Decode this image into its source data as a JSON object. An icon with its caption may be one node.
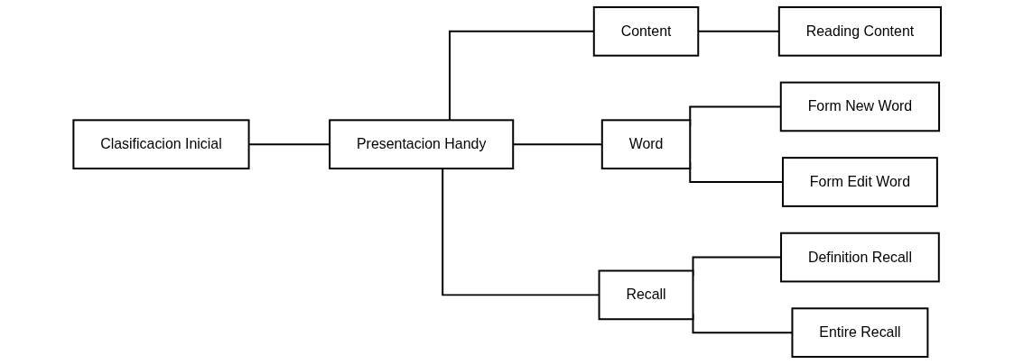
{
  "diagram": {
    "nodes": [
      {
        "text": [
          "Clasificacion Inicial"
        ]
      },
      {
        "text": [
          "Presentacion Handy"
        ]
      },
      {
        "text": [
          "Content"
        ]
      },
      {
        "text": [
          "Word"
        ]
      },
      {
        "text": [
          "Recall"
        ]
      },
      {
        "text": [
          "Reading Content"
        ]
      },
      {
        "text": [
          "Form New Word"
        ]
      },
      {
        "text": [
          "Form Edit Word"
        ]
      },
      {
        "text": [
          "Definition Recall"
        ]
      },
      {
        "text": [
          "Entire Recall"
        ]
      }
    ],
    "edges": [
      {
        "from": 0,
        "to": 1,
        "arrow": "none"
      },
      {
        "from": 1,
        "to": 2,
        "arrow": "none"
      },
      {
        "from": 1,
        "to": 3,
        "arrow": "none"
      },
      {
        "from": 1,
        "to": 4,
        "arrow": "none"
      },
      {
        "from": 2,
        "to": 5,
        "arrow": "none"
      },
      {
        "from": 3,
        "to": 6,
        "arrow": "none"
      },
      {
        "from": 3,
        "to": 7,
        "arrow": "none"
      },
      {
        "from": 4,
        "to": 8,
        "arrow": "none"
      },
      {
        "from": 4,
        "to": 9,
        "arrow": "none"
      }
    ]
  }
}
